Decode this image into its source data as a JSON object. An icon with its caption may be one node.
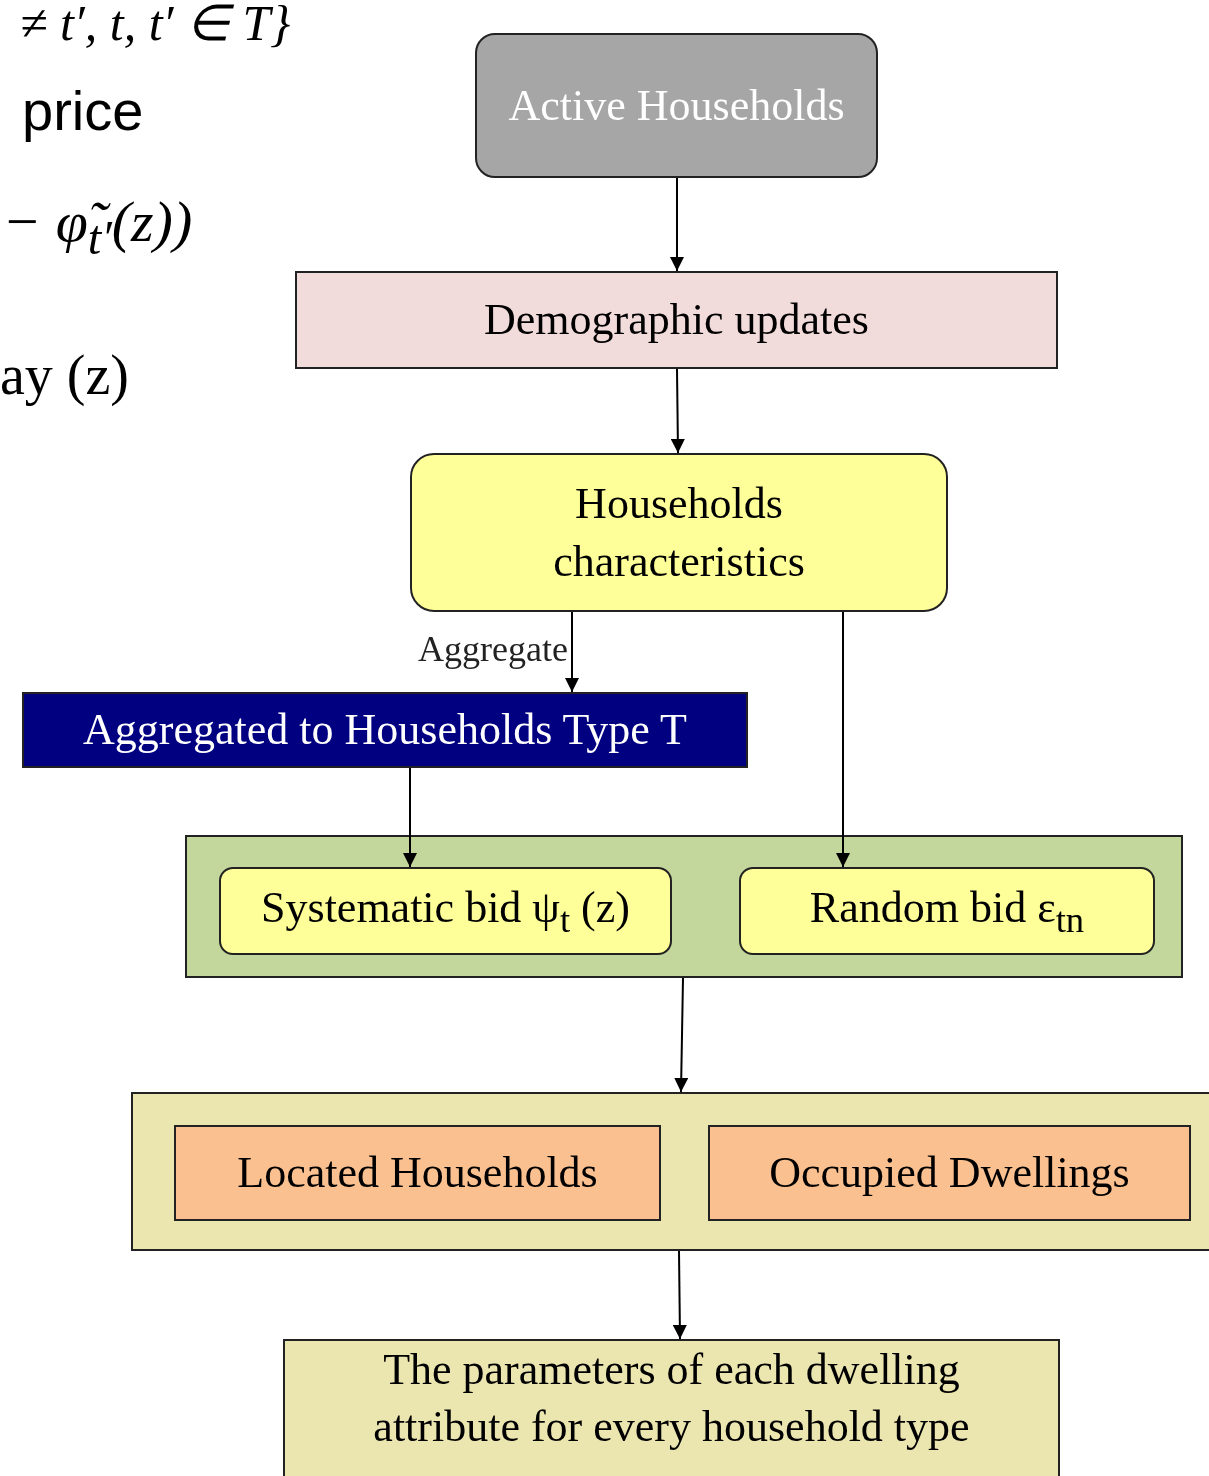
{
  "diagram": {
    "nodes": [
      {
        "text": [
          "Active Households"
        ]
      },
      {
        "text": [
          "Demographic updates"
        ]
      },
      {
        "text": [
          "Households characteristics"
        ]
      },
      {
        "text": [
          "Aggregated to Households Type T"
        ]
      },
      {
        "text": [],
        "shape": "box"
      },
      {
        "text": [
          "Systematic bid  ψ$_{t}$ (z)"
        ],
        "in": 4
      },
      {
        "text": [
          "Random bid  ε$_{tn}$"
        ],
        "in": 4
      },
      {
        "text": [],
        "shape": "box"
      },
      {
        "text": [
          "Located Households"
        ],
        "in": 7
      },
      {
        "text": [
          "Occupied Dwellings"
        ],
        "in": 7
      },
      {
        "text": [
          "The parameters of each dwelling attribute for every household type"
        ]
      }
    ],
    "edges": [
      {
        "from": 0,
        "to": 1,
        "arrow": "to"
      },
      {
        "from": 1,
        "to": 2,
        "arrow": "to"
      },
      {
        "from": 2,
        "to": 3,
        "arrow": "to",
        "label": "Aggregate"
      },
      {
        "from": 3,
        "to": 5,
        "arrow": "to"
      },
      {
        "from": 2,
        "to": 6,
        "arrow": "to"
      },
      {
        "from": 4,
        "to": 7,
        "arrow": "to"
      },
      {
        "from": 7,
        "to": 10,
        "arrow": "to"
      }
    ],
    "labels": [
      "≠ t′, t, t′ ∈ T}",
      "price",
      "− φ̃$_{t′}$(z))",
      "ay (z)"
    ]
  }
}
